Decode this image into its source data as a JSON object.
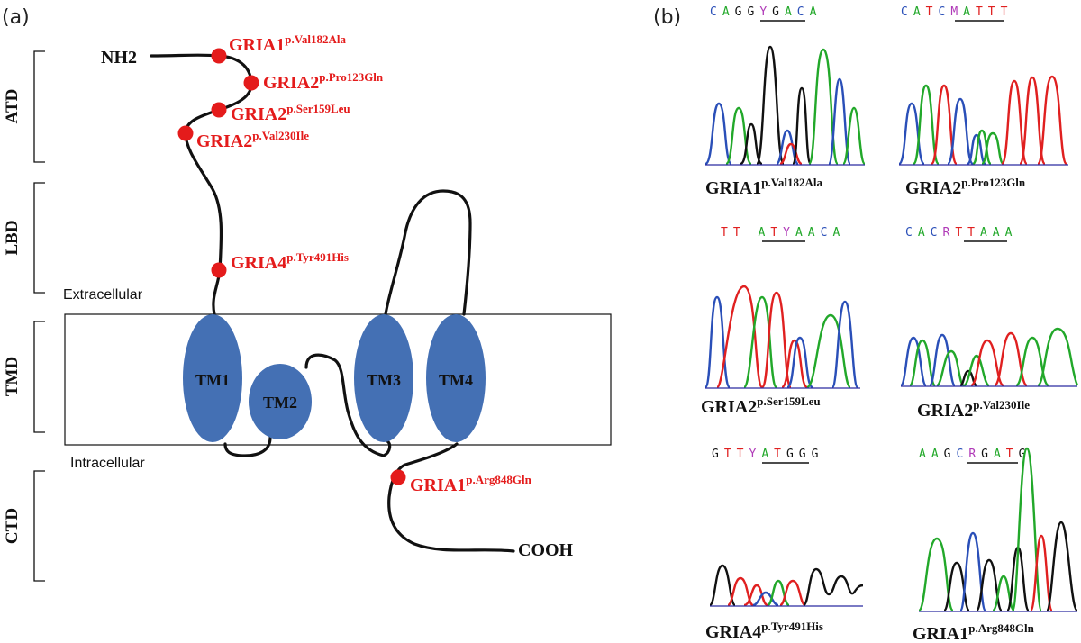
{
  "panel_a": {
    "label": "(a)",
    "domains": [
      {
        "id": "atd",
        "label": "ATD"
      },
      {
        "id": "lbd",
        "label": "LBD"
      },
      {
        "id": "tmd",
        "label": "TMD"
      },
      {
        "id": "ctd",
        "label": "CTD"
      }
    ],
    "extracellular": "Extracellular",
    "intracellular": "Intracellular",
    "n_term": "NH2",
    "c_term": "COOH",
    "tm_segments": [
      "TM1",
      "TM2",
      "TM3",
      "TM4"
    ],
    "mutations": [
      {
        "gene": "GRIA1",
        "variant": "p.Val182Ala"
      },
      {
        "gene": "GRIA2",
        "variant": "p.Pro123Gln"
      },
      {
        "gene": "GRIA2",
        "variant": "p.Ser159Leu"
      },
      {
        "gene": "GRIA2",
        "variant": "p.Val230Ile"
      },
      {
        "gene": "GRIA4",
        "variant": "p.Tyr491His"
      },
      {
        "gene": "GRIA1",
        "variant": "p.Arg848Gln"
      }
    ],
    "colors": {
      "membrane_segment": "#4470b4",
      "mutation": "#e41b1b",
      "backbone": "#111111"
    }
  },
  "panel_b": {
    "label": "(b)",
    "chromatograms": [
      {
        "gene": "GRIA1",
        "variant": "p.Val182Ala",
        "sequence": "CAGGYGACA"
      },
      {
        "gene": "GRIA2",
        "variant": "p.Pro123Gln",
        "sequence": "CATCMATTT"
      },
      {
        "gene": "GRIA2",
        "variant": "p.Ser159Leu",
        "sequence": "TTATYAACA"
      },
      {
        "gene": "GRIA2",
        "variant": "p.Val230Ile",
        "sequence": "CACRTTAAA"
      },
      {
        "gene": "GRIA4",
        "variant": "p.Tyr491His",
        "sequence": "GTTYATGGG"
      },
      {
        "gene": "GRIA1",
        "variant": "p.Arg848Gln",
        "sequence": "AAGCRGATG"
      }
    ],
    "base_colors": {
      "A": "#22a82a",
      "C": "#2a4fb8",
      "G": "#111111",
      "T": "#e02020",
      "ambiguous": "#b03ab8"
    }
  }
}
